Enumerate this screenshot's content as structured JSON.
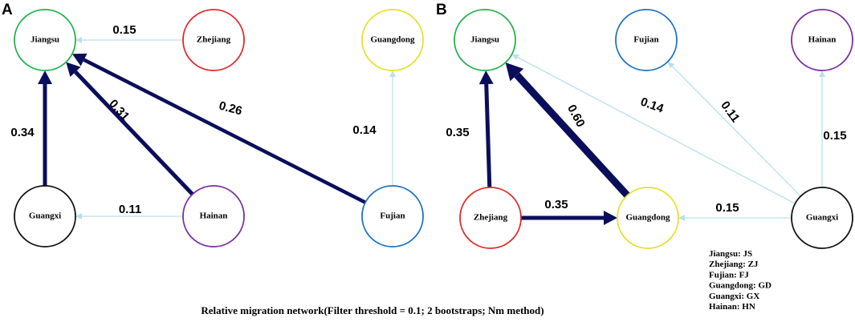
{
  "caption": "Relative migration network(Filter threshold = 0.1; 2 bootstraps; Nm method)",
  "colors": {
    "strong_edge": "#0a0e5a",
    "weak_edge": "#b9e0ea",
    "Jiangsu": "#22b14c",
    "Zhejiang": "#e02a2a",
    "Guangdong": "#e6e02a",
    "Fujian": "#1f73bf",
    "Guangxi": "#111111",
    "Hainan": "#7a2fa0"
  },
  "panels": [
    {
      "label": "A",
      "nodes": [
        {
          "id": "Jiangsu",
          "label": "Jiangsu"
        },
        {
          "id": "Zhejiang",
          "label": "Zhejiang"
        },
        {
          "id": "Guangdong",
          "label": "Guangdong"
        },
        {
          "id": "Guangxi",
          "label": "Guangxi"
        },
        {
          "id": "Hainan",
          "label": "Hainan"
        },
        {
          "id": "Fujian",
          "label": "Fujian"
        }
      ],
      "edges": [
        {
          "from": "Zhejiang",
          "to": "Jiangsu",
          "value": "0.15"
        },
        {
          "from": "Guangxi",
          "to": "Jiangsu",
          "value": "0.34"
        },
        {
          "from": "Hainan",
          "to": "Jiangsu",
          "value": "0.31"
        },
        {
          "from": "Fujian",
          "to": "Jiangsu",
          "value": "0.26"
        },
        {
          "from": "Fujian",
          "to": "Guangdong",
          "value": "0.14"
        },
        {
          "from": "Hainan",
          "to": "Guangxi",
          "value": "0.11"
        }
      ]
    },
    {
      "label": "B",
      "nodes": [
        {
          "id": "Jiangsu",
          "label": "Jiangsu"
        },
        {
          "id": "Fujian",
          "label": "Fujian"
        },
        {
          "id": "Hainan",
          "label": "Hainan"
        },
        {
          "id": "Zhejiang",
          "label": "Zhejiang"
        },
        {
          "id": "Guangdong",
          "label": "Guangdong"
        },
        {
          "id": "Guangxi",
          "label": "Guangxi"
        }
      ],
      "edges": [
        {
          "from": "Zhejiang",
          "to": "Jiangsu",
          "value": "0.35"
        },
        {
          "from": "Guangdong",
          "to": "Jiangsu",
          "value": "0.60"
        },
        {
          "from": "Guangxi",
          "to": "Jiangsu",
          "value": "0.14"
        },
        {
          "from": "Guangxi",
          "to": "Fujian",
          "value": "0.11"
        },
        {
          "from": "Guangxi",
          "to": "Hainan",
          "value": "0.15"
        },
        {
          "from": "Zhejiang",
          "to": "Guangdong",
          "value": "0.35"
        },
        {
          "from": "Guangxi",
          "to": "Guangdong",
          "value": "0.15"
        }
      ]
    }
  ],
  "legend": [
    {
      "name": "Jiangsu",
      "abbr": "JS"
    },
    {
      "name": "Zhejiang",
      "abbr": "ZJ"
    },
    {
      "name": "Fujian",
      "abbr": "FJ"
    },
    {
      "name": "Guangdong",
      "abbr": "GD"
    },
    {
      "name": "Guangxi",
      "abbr": "GX"
    },
    {
      "name": "Hainan",
      "abbr": "HN"
    }
  ]
}
